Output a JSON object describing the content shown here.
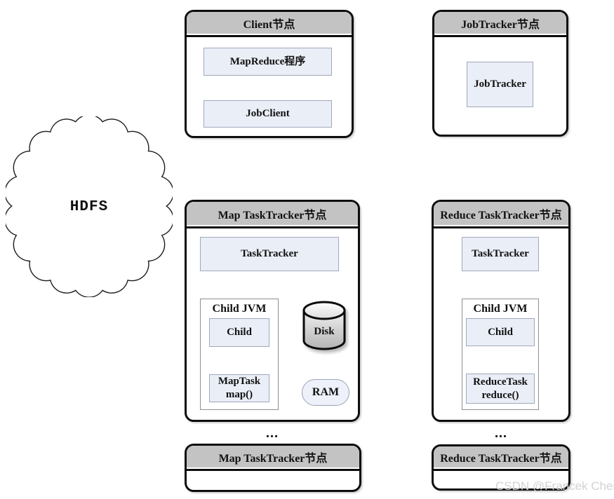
{
  "hdfs": {
    "label": "HDFS"
  },
  "client_node": {
    "title": "Client节点",
    "boxes": [
      "MapReduce程序",
      "JobClient"
    ]
  },
  "jobtracker_node": {
    "title": "JobTracker节点",
    "box": "JobTracker"
  },
  "map_tt": {
    "title": "Map TaskTracker节点",
    "tasktracker": "TaskTracker",
    "jvm": {
      "title": "Child JVM",
      "child": "Child",
      "task_line1": "MapTask",
      "task_line2": "map()"
    },
    "disk": "Disk",
    "ram": "RAM",
    "ellipsis": "..."
  },
  "reduce_tt": {
    "title": "Reduce TaskTracker节点",
    "tasktracker": "TaskTracker",
    "jvm": {
      "title": "Child JVM",
      "child": "Child",
      "task_line1": "ReduceTask",
      "task_line2": "reduce()"
    },
    "ellipsis": "..."
  },
  "bottom_map": {
    "title": "Map TaskTracker节点"
  },
  "bottom_reduce": {
    "title": "Reduce TaskTracker节点"
  },
  "watermark": {
    "text": "CSDN @Francek Chen"
  },
  "colors": {
    "node_header_gray": "#c3c3c3",
    "component_box_blue": "#eaeef7",
    "node_border_black": "#0d0d0d",
    "watermark_gray": "#d2d2d2"
  }
}
